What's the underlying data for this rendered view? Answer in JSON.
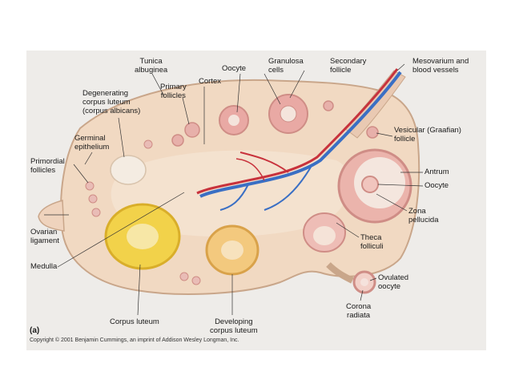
{
  "figure": {
    "panel_letter": "(a)",
    "copyright": "Copyright © 2001 Benjamin Cummings, an imprint of Addison Wesley Longman, Inc."
  },
  "labels": {
    "tunica_albuginea": "Tunica\nalbuginea",
    "oocyte_top": "Oocyte",
    "granulosa_cells": "Granulosa\ncells",
    "secondary_follicle": "Secondary\nfollicle",
    "mesovarium": "Mesovarium and\nblood vessels",
    "cortex": "Cortex",
    "primary_follicles": "Primary\nfollicles",
    "degenerating_corpus_luteum": "Degenerating\ncorpus luteum\n(corpus albicans)",
    "germinal_epithelium": "Germinal\nepithelium",
    "vesicular_follicle": "Vesicular (Graafian)\nfollicle",
    "primordial_follicles": "Primordial\nfollicles",
    "antrum": "Antrum",
    "oocyte_right": "Oocyte",
    "ovarian_ligament": "Ovarian\nligament",
    "zona_pellucida": "Zona\npellucida",
    "theca_folliculi": "Theca\nfolliculi",
    "medulla": "Medulla",
    "ovulated_oocyte": "Ovulated\noocyte",
    "corona_radiata": "Corona\nradiata",
    "corpus_luteum": "Corpus luteum",
    "developing_corpus_luteum": "Developing\ncorpus luteum"
  },
  "colors": {
    "stroma": "#f1d9c2",
    "outline": "#c9a68a",
    "corpus_luteum": "#f2d24a",
    "vessel_blue": "#3a6fc4",
    "vessel_red": "#c8323c",
    "follicle_pink": "#e9a9a4"
  }
}
